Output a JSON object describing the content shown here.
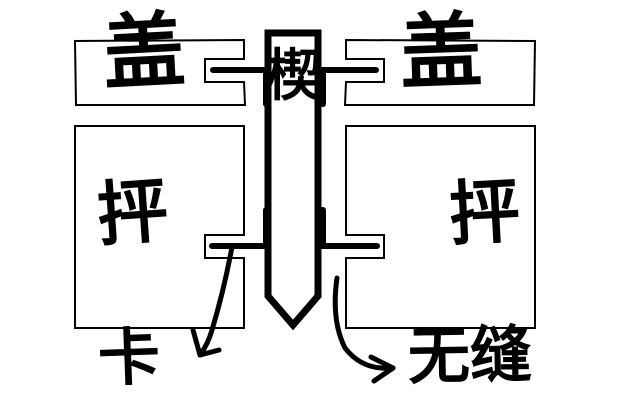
{
  "diagram": {
    "title": "tongue-and-groove wedge joint sketch",
    "style": "hand-drawn black ink on white",
    "stroke_color": "#000000",
    "background_color": "#ffffff",
    "thin_stroke_width": 2,
    "thick_stroke_width": 7
  },
  "labels": {
    "cover_left": "盖",
    "cover_right": "盖",
    "wedge_center": "楔",
    "panel_left": "抨",
    "panel_right": "抨",
    "callout_left": "卡",
    "callout_right": "无缝"
  },
  "parts": [
    {
      "name": "cover-board-left",
      "label": "盖",
      "position": "top-left"
    },
    {
      "name": "cover-board-right",
      "label": "盖",
      "position": "top-right"
    },
    {
      "name": "wedge-column",
      "label": "楔",
      "position": "center"
    },
    {
      "name": "panel-board-left",
      "label": "抨",
      "position": "bottom-left"
    },
    {
      "name": "panel-board-right",
      "label": "抨",
      "position": "bottom-right"
    }
  ],
  "callouts": [
    {
      "name": "clamp-callout",
      "label": "卡",
      "points_to": "lower-left-groove-joint",
      "arrow": "curved-up-right"
    },
    {
      "name": "seamless-callout",
      "label": "无缝",
      "points_to": "lower-right-groove-joint",
      "arrow": "curved-down-right"
    }
  ]
}
